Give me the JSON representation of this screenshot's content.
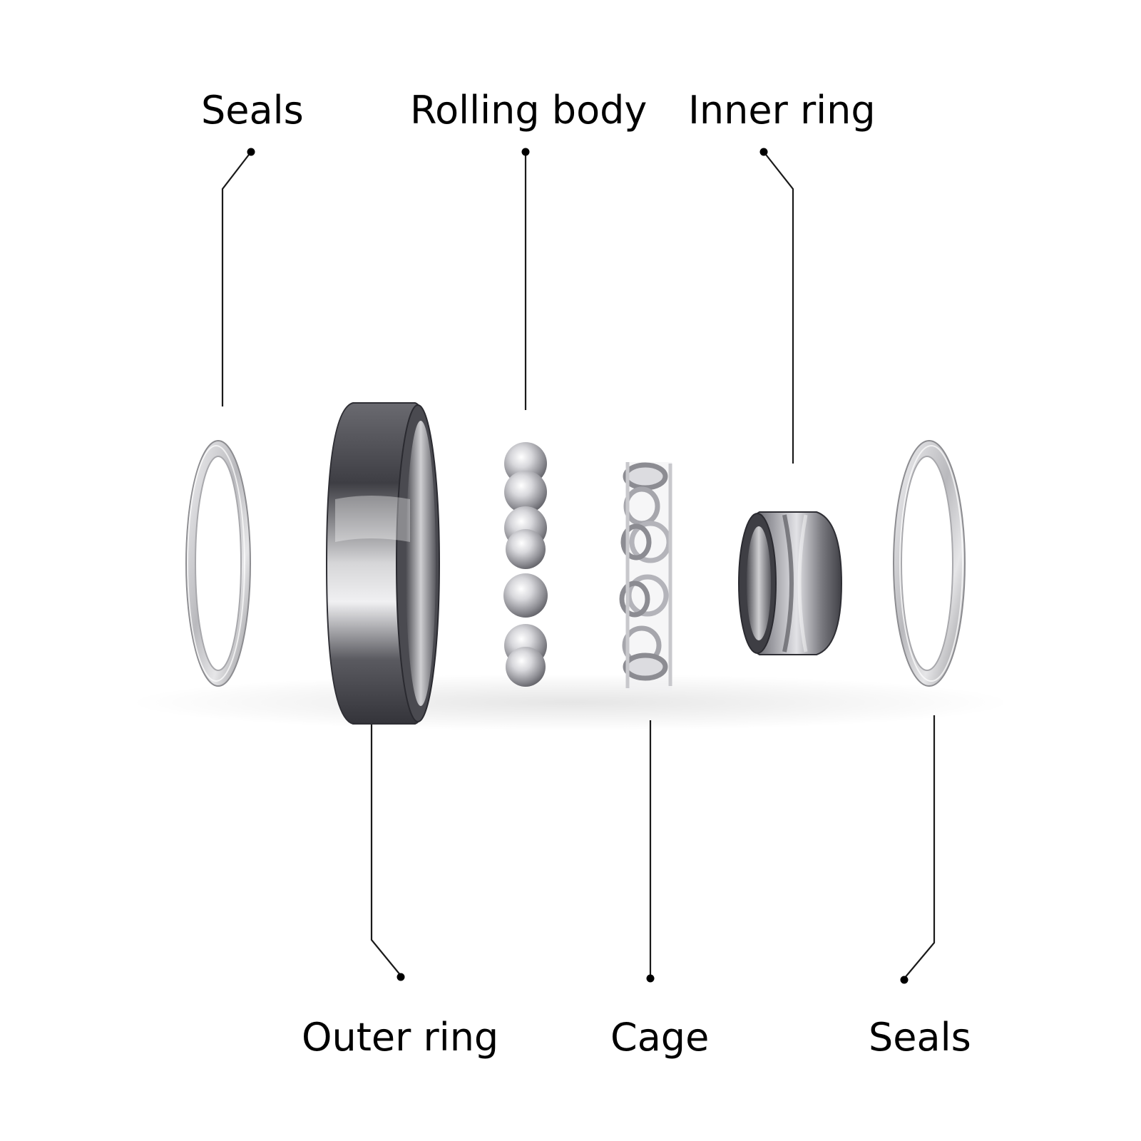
{
  "labels": {
    "seals_top": "Seals",
    "rolling_body": "Rolling body",
    "inner_ring": "Inner ring",
    "outer_ring": "Outer ring",
    "cage": "Cage",
    "seals_bottom": "Seals"
  },
  "colors": {
    "background": "#ffffff",
    "leader_line": "#1a1a1a",
    "text": "#000000",
    "metal_light": "#e8e8ea",
    "metal_mid": "#9a9a9e",
    "metal_dark": "#3e3e42"
  }
}
